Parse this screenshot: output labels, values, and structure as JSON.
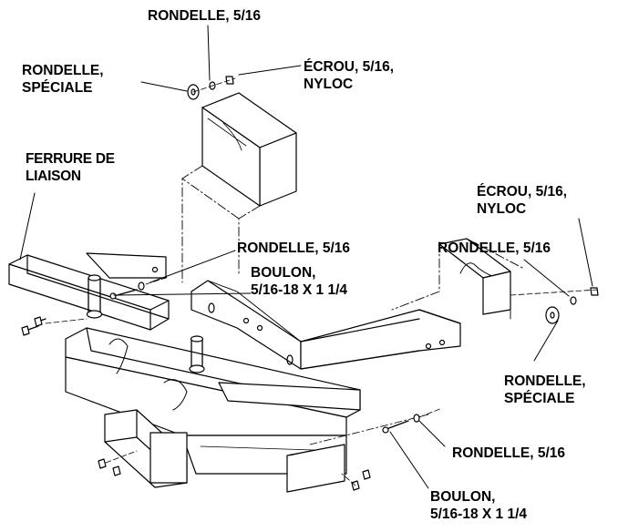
{
  "labels": {
    "washer_top": "RONDELLE, 5/16",
    "special_washer_top": {
      "line1": "RONDELLE,",
      "line2": "SPÉCIALE"
    },
    "nut_top": {
      "line1": "ÉCROU, 5/16,",
      "line2": "NYLOC"
    },
    "bracket": {
      "line1": "FERRURE DE",
      "line2": "LIAISON"
    },
    "nut_right": {
      "line1": "ÉCROU, 5/16,",
      "line2": "NYLOC"
    },
    "washer_right": "RONDELLE, 5/16",
    "washer_mid": "RONDELLE, 5/16",
    "bolt_mid": {
      "line1": "BOULON,",
      "line2": "5/16-18 X 1 1/4"
    },
    "special_washer_right": {
      "line1": "RONDELLE,",
      "line2": "SPÉCIALE"
    },
    "washer_bottom": "RONDELLE, 5/16",
    "bolt_bottom": {
      "line1": "BOULON,",
      "line2": "5/16-18 X 1 1/4"
    }
  }
}
